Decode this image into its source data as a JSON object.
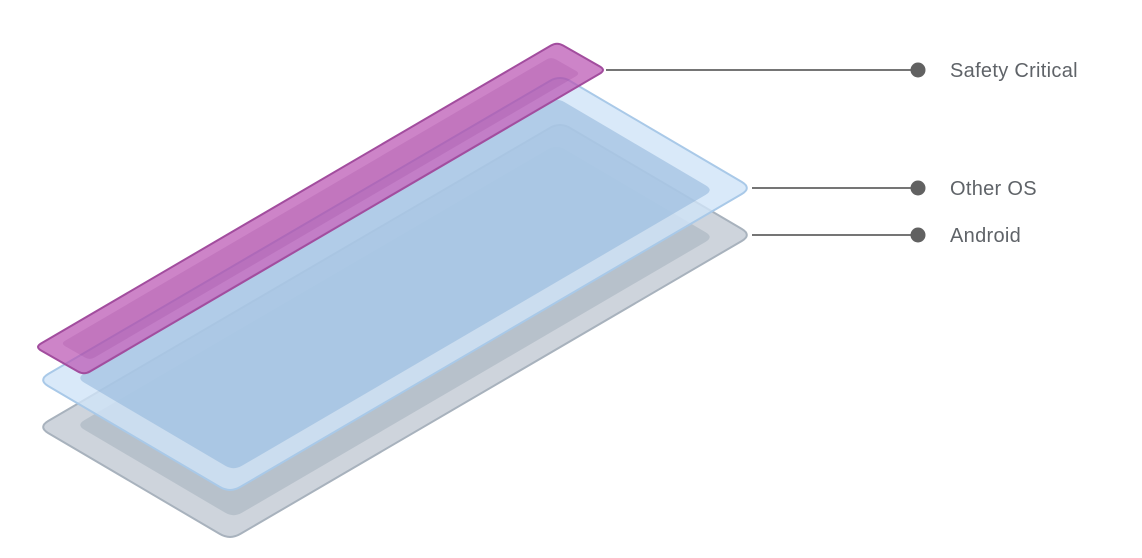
{
  "page": {
    "background": "#ffffff"
  },
  "diagram": {
    "layers": [
      {
        "id": "safety-critical",
        "label": "Safety Critical",
        "fill": "#ba55b3",
        "fill_opacity": 0.72,
        "stroke": "#a24d9e",
        "inner_fill": "#8e3a92",
        "inner_opacity": 0.18
      },
      {
        "id": "other-os",
        "label": "Other OS",
        "fill": "#cfe3f7",
        "fill_opacity": 0.8,
        "stroke": "#a9c9e8",
        "inner_fill": "#8fb4da",
        "inner_opacity": 0.55
      },
      {
        "id": "android",
        "label": "Android",
        "fill": "#c5cdd6",
        "fill_opacity": 0.85,
        "stroke": "#a8b2bd",
        "inner_fill": "#a9b4c0",
        "inner_opacity": 0.6
      }
    ],
    "legend": {
      "dot_color": "#616161",
      "line_color": "#757575",
      "text_color": "#5f6368"
    }
  }
}
